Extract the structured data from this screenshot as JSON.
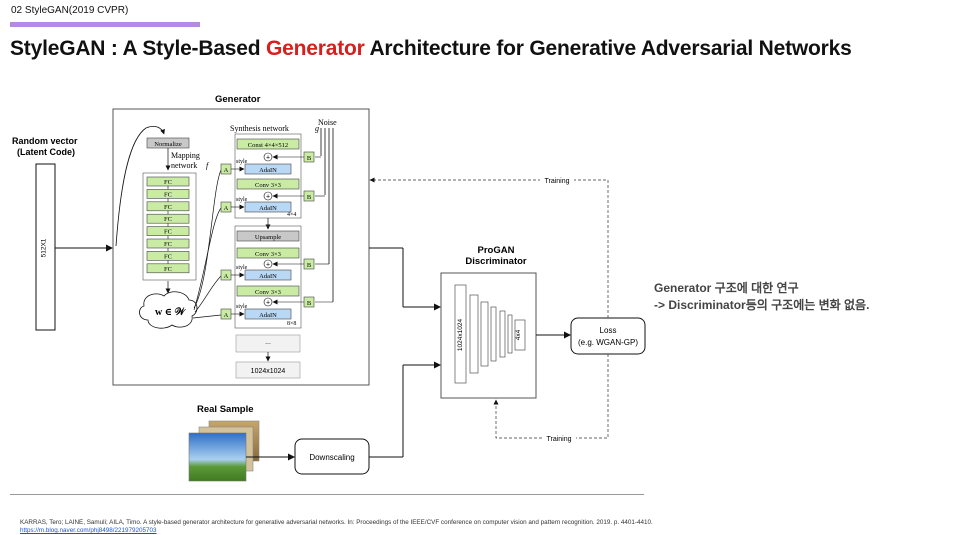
{
  "header": {
    "tag": "02 StyleGAN(2019 CVPR)",
    "title_pre": "StyleGAN : A Style-Based ",
    "title_highlight": "Generator",
    "title_post": " Architecture for Generative Adversarial Networks"
  },
  "diagram": {
    "random_vector_l1": "Random vector",
    "random_vector_l2": "(Latent Code)",
    "latent_dim": "512X1",
    "generator_label": "Generator",
    "normalize": "Normalize",
    "mapping_l1": "Mapping",
    "mapping_l2": "network",
    "mapping_f": "f",
    "fc": "FC",
    "w_label": "w ∈ 𝒲",
    "synthesis_label": "Synthesis network",
    "synthesis_g": "g",
    "noise": "Noise",
    "const": "Const 4×4×512",
    "style": "style",
    "adain": "AdaIN",
    "conv": "Conv 3×3",
    "upsample": "Upsample",
    "res4": "4×4",
    "res8": "8×8",
    "ellipsis": "...",
    "output_res": "1024x1024",
    "a_label": "A",
    "b_label": "B",
    "plus": "+",
    "progan_l1": "ProGAN",
    "progan_l2": "Discriminator",
    "disc_in": "1024x1024",
    "disc_out": "4x4",
    "loss_l1": "Loss",
    "loss_l2": "(e.g. WGAN-GP)",
    "training": "Training",
    "real_sample": "Real Sample",
    "downscaling": "Downscaling"
  },
  "note": {
    "line1": "Generator 구조에 대한 연구",
    "line2": "-> Discriminator등의 구조에는 변화 없음."
  },
  "reference": {
    "citation": "KARRAS, Tero; LAINE, Samuli; AILA, Timo. A style-based generator architecture for generative adversarial networks. In: Proceedings of the IEEE/CVF conference on computer vision and pattern recognition. 2019. p. 4401-4410.",
    "link": "https://m.blog.naver.com/phj8498/221979205703"
  },
  "colors": {
    "accent_bar": "#b48ae6",
    "title_highlight": "#d91e1e",
    "fc_fill": "#c9eba3",
    "adain_fill": "#b9d8f5",
    "gray_fill": "#c8c8c8"
  }
}
